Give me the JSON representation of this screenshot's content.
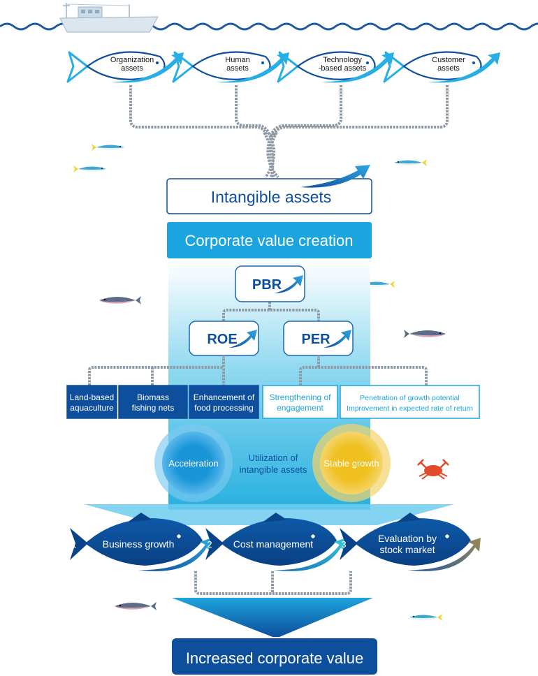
{
  "capitals": [
    {
      "lines": [
        "Organization",
        "assets"
      ]
    },
    {
      "lines": [
        "Human",
        "assets"
      ]
    },
    {
      "lines": [
        "Technology",
        "-based assets"
      ]
    },
    {
      "lines": [
        "Customer",
        "assets"
      ]
    }
  ],
  "intangible_label": "Intangible assets",
  "value_creation_label": "Corporate value creation",
  "pbr_label": "PBR",
  "roe_label": "ROE",
  "per_label": "PER",
  "initiatives": [
    {
      "lines": [
        "Land-based",
        "aquaculture"
      ]
    },
    {
      "lines": [
        "Biomass",
        "fishing nets"
      ]
    },
    {
      "lines": [
        "Enhancement of",
        "food processing"
      ]
    },
    {
      "lines": [
        "Strengthening of",
        "engagement"
      ]
    },
    {
      "lines": [
        "Penetration of growth potential",
        "Improvement in expected rate of return"
      ]
    }
  ],
  "acceleration_label": "Acceleration",
  "utilization_lines": [
    "Utilization of",
    "intangible assets"
  ],
  "stable_growth_label": "Stable growth",
  "drivers": [
    {
      "number": "1",
      "lines": [
        "Business growth"
      ]
    },
    {
      "number": "2",
      "lines": [
        "Cost management"
      ]
    },
    {
      "number": "3",
      "lines": [
        "Evaluation by",
        "stock market"
      ]
    }
  ],
  "result_label": "Increased corporate value",
  "colors": {
    "navy": "#0d4f9c",
    "mid_blue": "#1a66b3",
    "cyan": "#1aa5df",
    "light_cyan": "#27aee6",
    "rope": "#8e99a6",
    "gold": "#f1c22c",
    "wave": "#1d5aa6",
    "crab": "#e24a2b"
  }
}
